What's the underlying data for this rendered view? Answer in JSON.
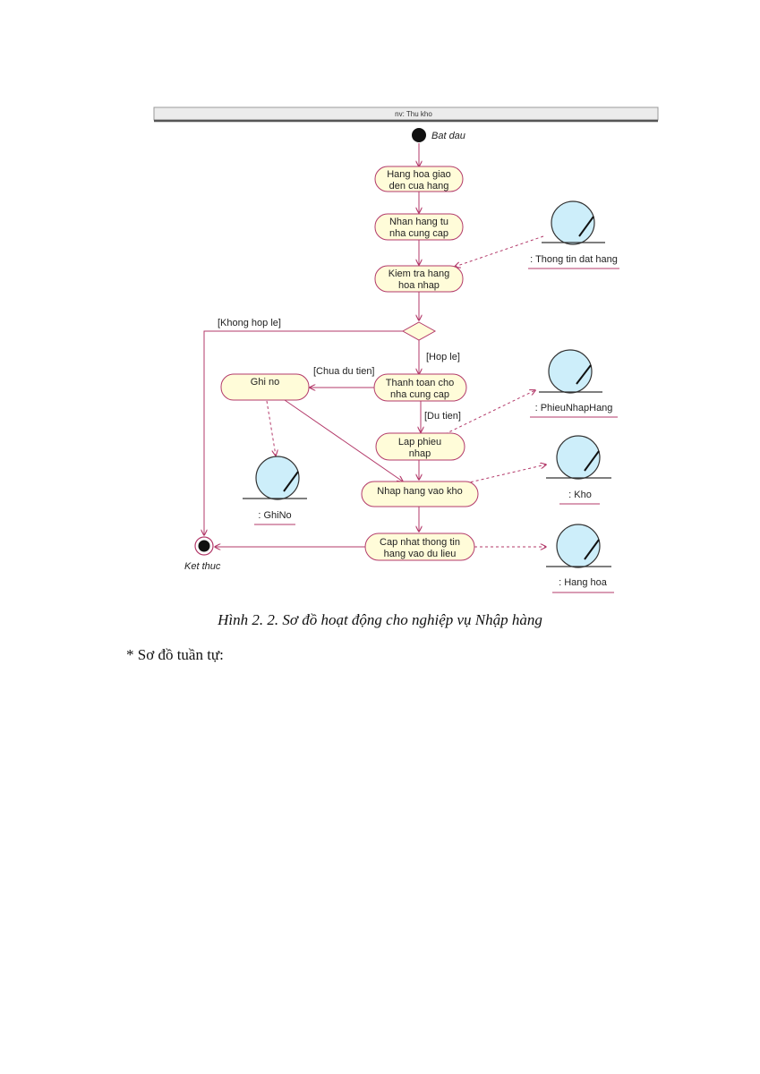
{
  "diagram": {
    "swimlane_title": "nv: Thu kho",
    "start_label": "Bat dau",
    "end_label": "Ket thuc",
    "activities": [
      {
        "id": "a1",
        "lines": [
          "Hang hoa giao",
          "den cua hang"
        ]
      },
      {
        "id": "a2",
        "lines": [
          "Nhan hang tu",
          "nha cung cap"
        ]
      },
      {
        "id": "a3",
        "lines": [
          "Kiem tra hang",
          "hoa nhap"
        ]
      },
      {
        "id": "a4",
        "lines": [
          "Thanh toan cho",
          "nha cung cap"
        ]
      },
      {
        "id": "a5",
        "lines": [
          "Ghi no"
        ]
      },
      {
        "id": "a6",
        "lines": [
          "Lap phieu",
          "nhap"
        ]
      },
      {
        "id": "a7",
        "lines": [
          "Nhap hang vao kho"
        ]
      },
      {
        "id": "a8",
        "lines": [
          "Cap nhat thong tin",
          "hang vao du lieu"
        ]
      }
    ],
    "objects": [
      {
        "id": "o1",
        "label": ": Thong tin dat hang"
      },
      {
        "id": "o2",
        "label": ": PhieuNhapHang"
      },
      {
        "id": "o3",
        "label": ": GhiNo"
      },
      {
        "id": "o4",
        "label": ": Kho"
      },
      {
        "id": "o5",
        "label": ": Hang hoa"
      }
    ],
    "guards": {
      "invalid": "[Khong hop le]",
      "valid": "[Hop le]",
      "not_enough": "[Chua du tien]",
      "enough": "[Du tien]"
    },
    "colors": {
      "activity_fill": "#fffcd9",
      "activity_stroke": "#b33a6a",
      "flow": "#b33a6a",
      "object_fill": "#cdeefa",
      "object_stroke": "#333333",
      "decision_fill": "#fffcd9",
      "lane_header": "#e8e8e8",
      "lane_border": "#777777"
    }
  },
  "caption": "Hình 2. 2. Sơ đồ hoạt động cho nghiệp vụ Nhập hàng",
  "following_text": "* Sơ đồ tuần tự:"
}
